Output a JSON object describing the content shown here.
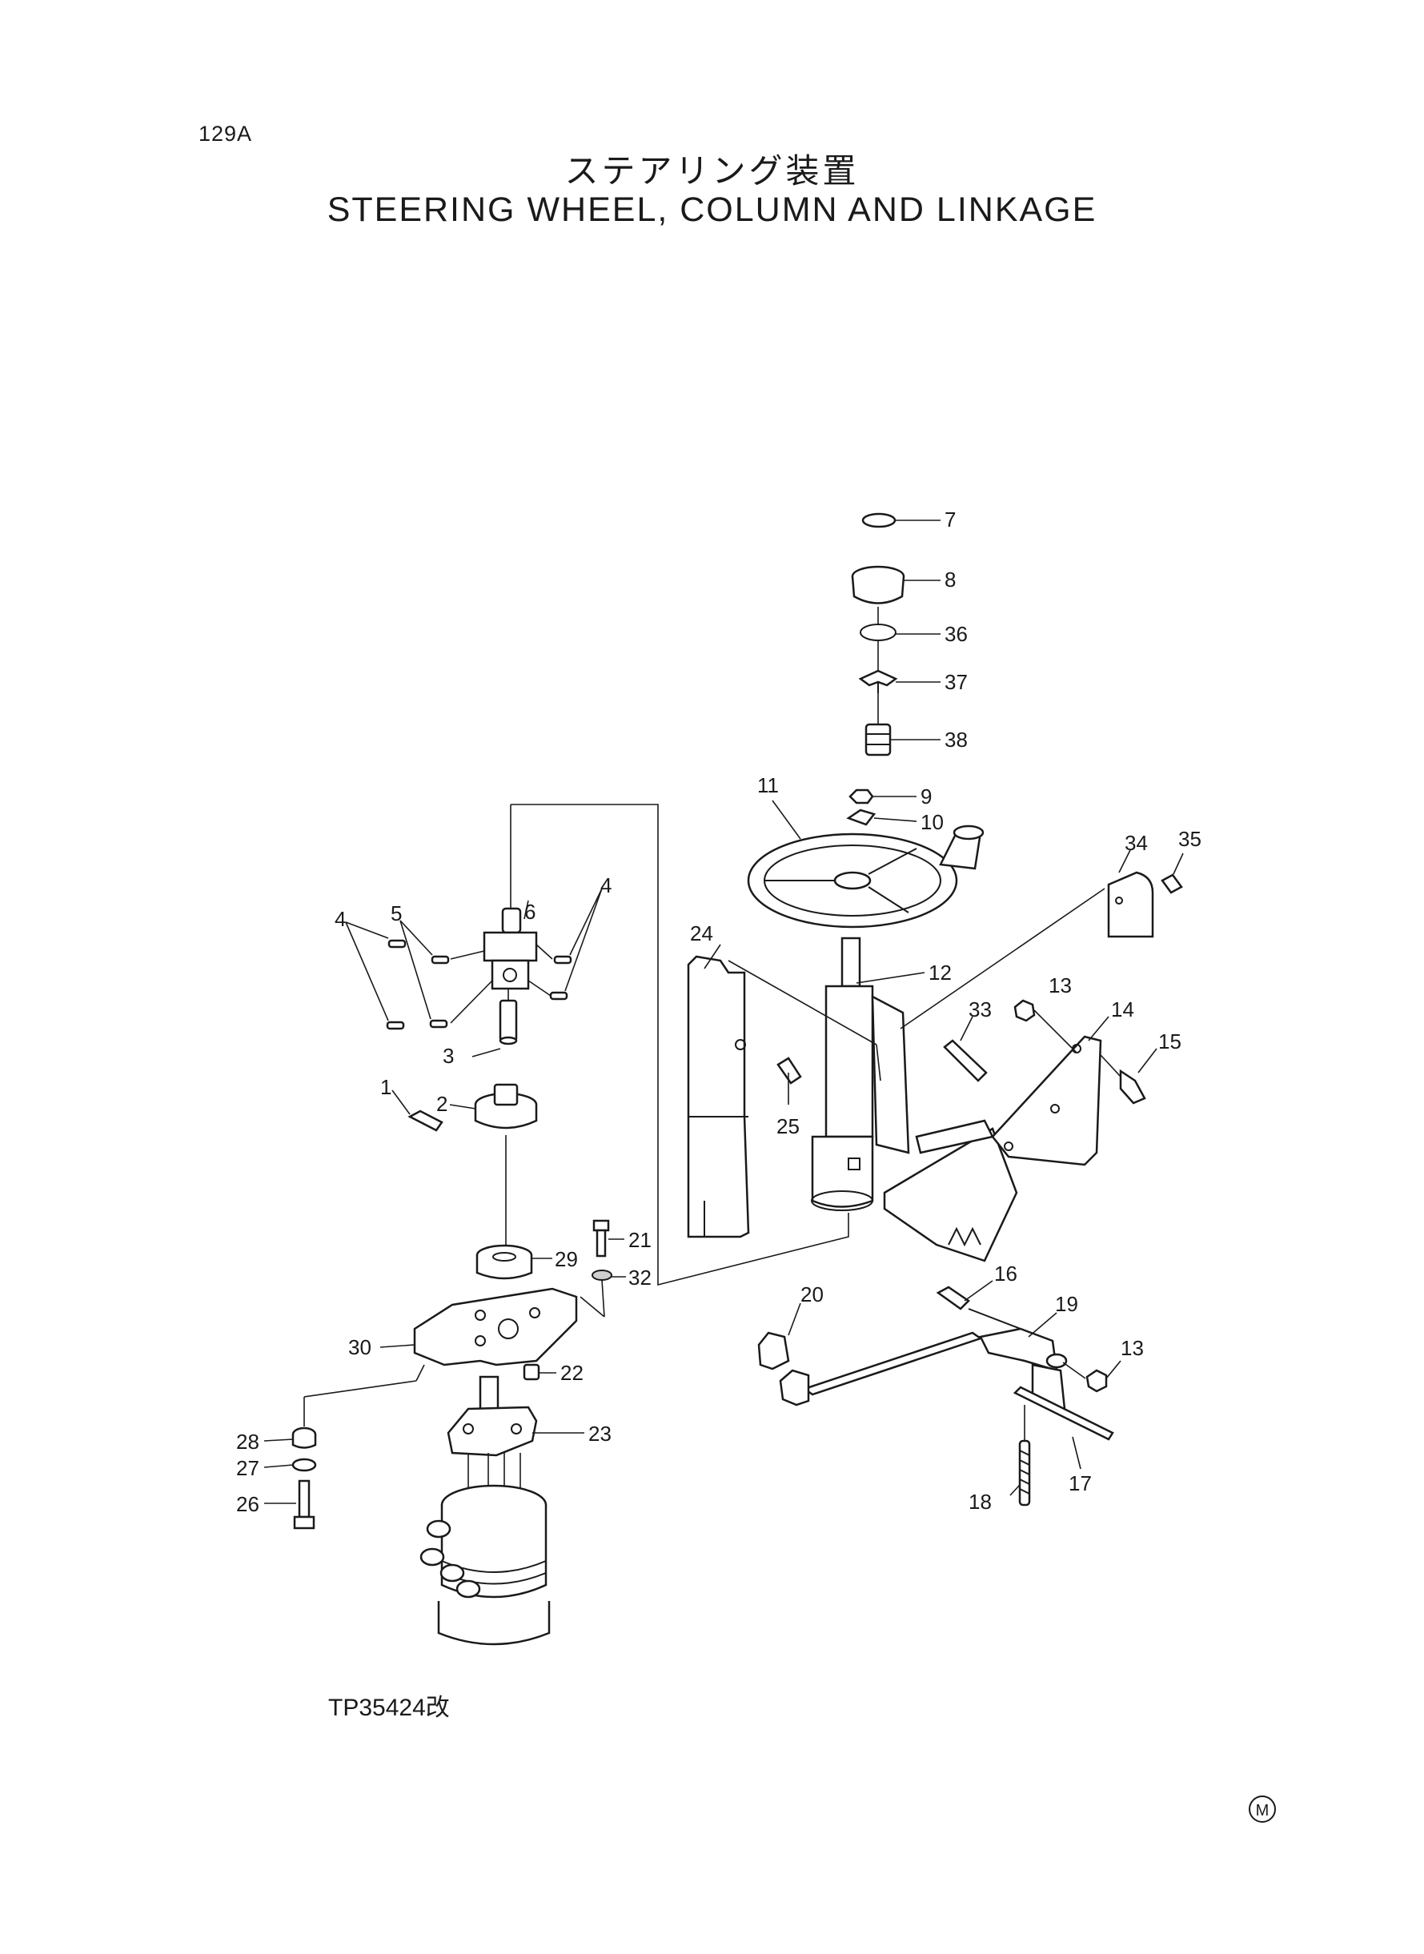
{
  "page_number": "129A",
  "title_japanese": "ステアリング装置",
  "title_english": "STEERING WHEEL, COLUMN AND LINKAGE",
  "drawing_ref": "TP35424改",
  "corner_mark": "M",
  "callouts": {
    "c1": "1",
    "c2": "2",
    "c3": "3",
    "c4a": "4",
    "c4b": "4",
    "c5": "5",
    "c6": "6",
    "c7": "7",
    "c8": "8",
    "c9": "9",
    "c10": "10",
    "c11": "11",
    "c12": "12",
    "c13a": "13",
    "c13b": "13",
    "c14": "14",
    "c15": "15",
    "c16": "16",
    "c17": "17",
    "c18": "18",
    "c19": "19",
    "c20": "20",
    "c21": "21",
    "c22": "22",
    "c23": "23",
    "c24": "24",
    "c25": "25",
    "c26": "26",
    "c27": "27",
    "c28": "28",
    "c29": "29",
    "c30": "30",
    "c32": "32",
    "c33": "33",
    "c34": "34",
    "c35": "35",
    "c36": "36",
    "c37": "37",
    "c38": "38"
  }
}
